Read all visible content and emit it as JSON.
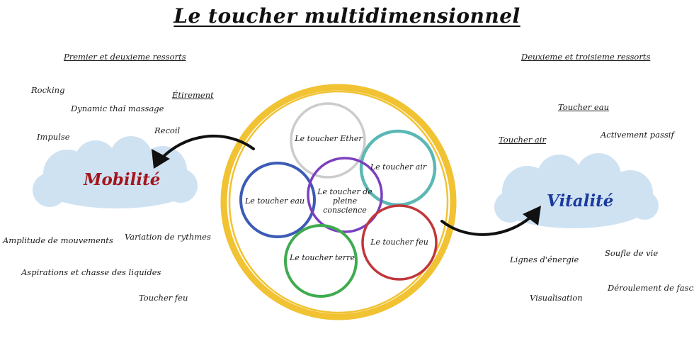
{
  "title": "Le toucher multidimensionnel",
  "colors": {
    "outer_ring": "#f1c232",
    "ether": "#cccccc",
    "air": "#5bb8b4",
    "eau": "#3b5bb5",
    "conscience": "#7b3fbf",
    "terre": "#3fab4f",
    "feu": "#c0363a",
    "mobilite": "#a4151d",
    "vitalite": "#1a3a9e",
    "cloud": "#a9cbe8"
  },
  "center": {
    "ether": "Le toucher Ether",
    "air": "Le toucher air",
    "eau": "Le toucher eau",
    "conscience": "Le toucher de pleine conscience",
    "terre": "Le toucher terre",
    "feu": "Le toucher feu"
  },
  "mobilite": {
    "label": "Mobilité",
    "top_items": {
      "ressorts": "Premier et deuxieme ressorts",
      "rocking": "Rocking",
      "dynamic": "Dynamic thaï massage",
      "etirement": "Étirement",
      "impulse": "Impulse",
      "recoil": "Recoil"
    },
    "bottom_items": {
      "amplitude": "Amplitude de mouvements",
      "rythmes": "Variation de rythmes",
      "aspirations": "Aspirations et chasse des liquides",
      "feu": "Toucher feu"
    }
  },
  "vitalite": {
    "label": "Vitalité",
    "top_items": {
      "ressorts": "Deuxieme et troisieme ressorts",
      "eau": "Toucher eau",
      "air": "Toucher air",
      "passif": "Activement passif"
    },
    "bottom_items": {
      "lignes": "Lignes d'énergie",
      "souffle": "Soufle de vie",
      "visualisation": "Visualisation",
      "deroulement": "Déroulement de fascia"
    }
  }
}
